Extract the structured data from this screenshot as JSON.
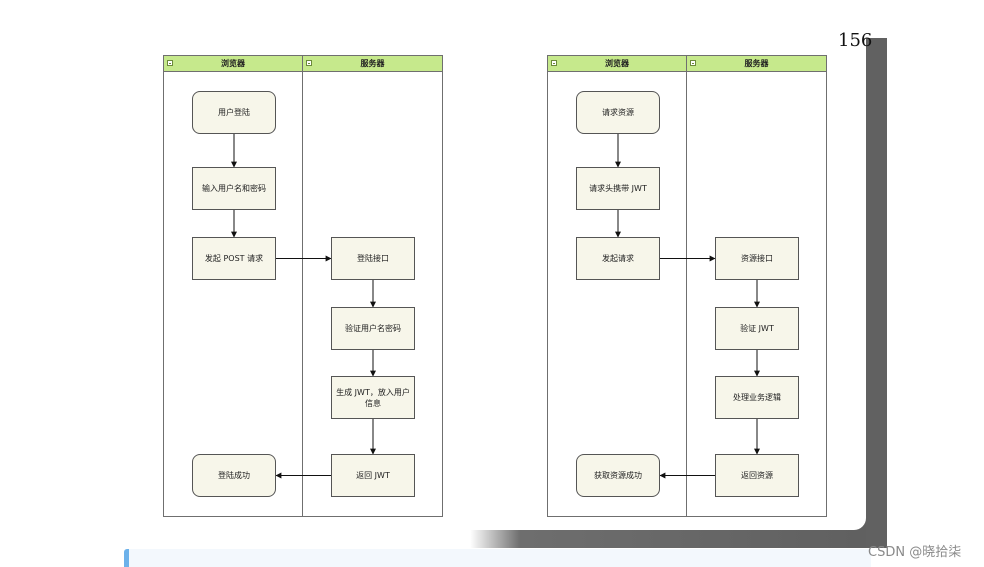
{
  "page_number": "156",
  "watermark": "CSDN @晓拾柒",
  "diagrams": [
    {
      "lanes": [
        "浏览器",
        "服务器"
      ],
      "nodes": [
        {
          "id": "a1",
          "label": "用户登陆"
        },
        {
          "id": "a2",
          "label": "输入用户名和密码"
        },
        {
          "id": "a3",
          "label": "发起 POST 请求"
        },
        {
          "id": "a4",
          "label": "登陆接口"
        },
        {
          "id": "a5",
          "label": "验证用户名密码"
        },
        {
          "id": "a6",
          "label": "生成 JWT，放入用户信息"
        },
        {
          "id": "a7",
          "label": "返回 JWT"
        },
        {
          "id": "a8",
          "label": "登陆成功"
        }
      ],
      "edges": [
        [
          "a1",
          "a2"
        ],
        [
          "a2",
          "a3"
        ],
        [
          "a3",
          "a4"
        ],
        [
          "a4",
          "a5"
        ],
        [
          "a5",
          "a6"
        ],
        [
          "a6",
          "a7"
        ],
        [
          "a7",
          "a8"
        ]
      ]
    },
    {
      "lanes": [
        "浏览器",
        "服务器"
      ],
      "nodes": [
        {
          "id": "b1",
          "label": "请求资源"
        },
        {
          "id": "b2",
          "label": "请求头携带 JWT"
        },
        {
          "id": "b3",
          "label": "发起请求"
        },
        {
          "id": "b4",
          "label": "资源接口"
        },
        {
          "id": "b5",
          "label": "验证 JWT"
        },
        {
          "id": "b6",
          "label": "处理业务逻辑"
        },
        {
          "id": "b7",
          "label": "返回资源"
        },
        {
          "id": "b8",
          "label": "获取资源成功"
        }
      ],
      "edges": [
        [
          "b1",
          "b2"
        ],
        [
          "b2",
          "b3"
        ],
        [
          "b3",
          "b4"
        ],
        [
          "b4",
          "b5"
        ],
        [
          "b5",
          "b6"
        ],
        [
          "b6",
          "b7"
        ],
        [
          "b7",
          "b8"
        ]
      ]
    }
  ]
}
